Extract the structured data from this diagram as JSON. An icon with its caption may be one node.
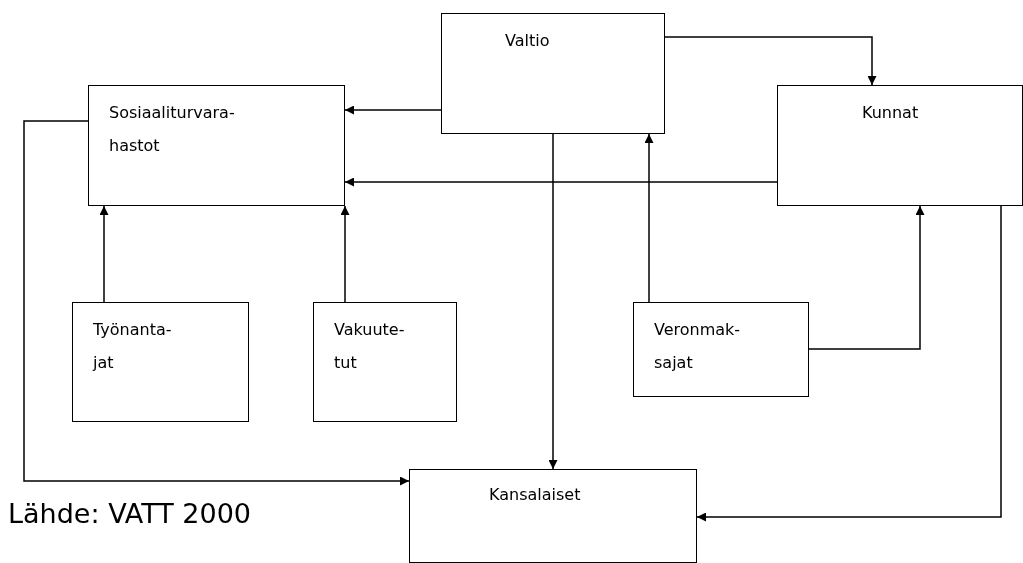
{
  "diagram": {
    "nodes": [
      {
        "text": [
          "Valtio"
        ]
      },
      {
        "text": [
          "Sosiaaliturvara- hastot"
        ]
      },
      {
        "text": [
          "Kunnat"
        ]
      },
      {
        "text": [
          "Työnanta- jat"
        ]
      },
      {
        "text": [
          "Vakuute- tut"
        ]
      },
      {
        "text": [
          "Veronmak- sajat"
        ]
      },
      {
        "text": [
          "Kansalaiset"
        ]
      }
    ],
    "edges": [
      {
        "from": 0,
        "to": 1,
        "arrow": "to"
      },
      {
        "from": 0,
        "to": 2,
        "arrow": "to"
      },
      {
        "from": 2,
        "to": 1,
        "arrow": "to"
      },
      {
        "from": 0,
        "to": 6,
        "arrow": "to"
      },
      {
        "from": 5,
        "to": 0,
        "arrow": "to"
      },
      {
        "from": 5,
        "to": 2,
        "arrow": "to"
      },
      {
        "from": 3,
        "to": 1,
        "arrow": "to"
      },
      {
        "from": 4,
        "to": 1,
        "arrow": "to"
      },
      {
        "from": 1,
        "to": 6,
        "arrow": "to"
      },
      {
        "from": 2,
        "to": 6,
        "arrow": "to"
      }
    ],
    "labels": [
      "Lähde: VATT 2000"
    ]
  }
}
